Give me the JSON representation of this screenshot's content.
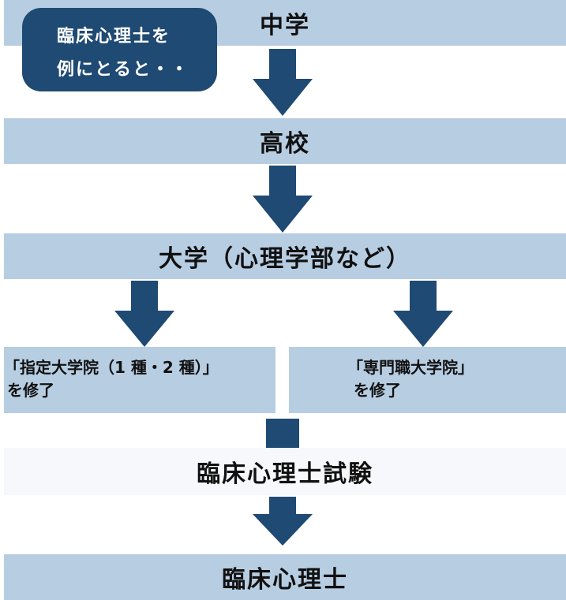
{
  "colors": {
    "bar": "#b7cde2",
    "accent": "#1f4a73",
    "light": "#f6f8fb"
  },
  "callout": {
    "line1": "臨床心理士を",
    "line2": "例にとると・・"
  },
  "steps": {
    "chugaku": "中学",
    "koukou": "高校",
    "daigaku": "大学（心理学部など）",
    "left_line1": "「指定大学院（1 種・2 種）」",
    "left_line2": "を修了",
    "right_line1": "「専門職大学院」",
    "right_line2": "を修了",
    "shiken": "臨床心理士試験",
    "shikaku": "臨床心理士"
  }
}
